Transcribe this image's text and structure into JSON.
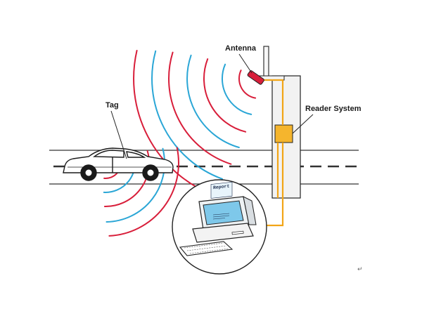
{
  "labels": {
    "antenna": "Antenna",
    "tag": "Tag",
    "reader_system": "Reader System",
    "report": "Report",
    "corner_mark": "↵"
  },
  "colors": {
    "wave_red": "#d81e3a",
    "wave_blue": "#2aa6d6",
    "cable": "#f2a516",
    "reader_box": "#f5b52d",
    "screen": "#7ec8ea",
    "pole": "#f2f2f2",
    "outline": "#222222"
  },
  "icons": {
    "antenna": "antenna-icon",
    "car": "car-icon",
    "computer": "computer-icon"
  }
}
